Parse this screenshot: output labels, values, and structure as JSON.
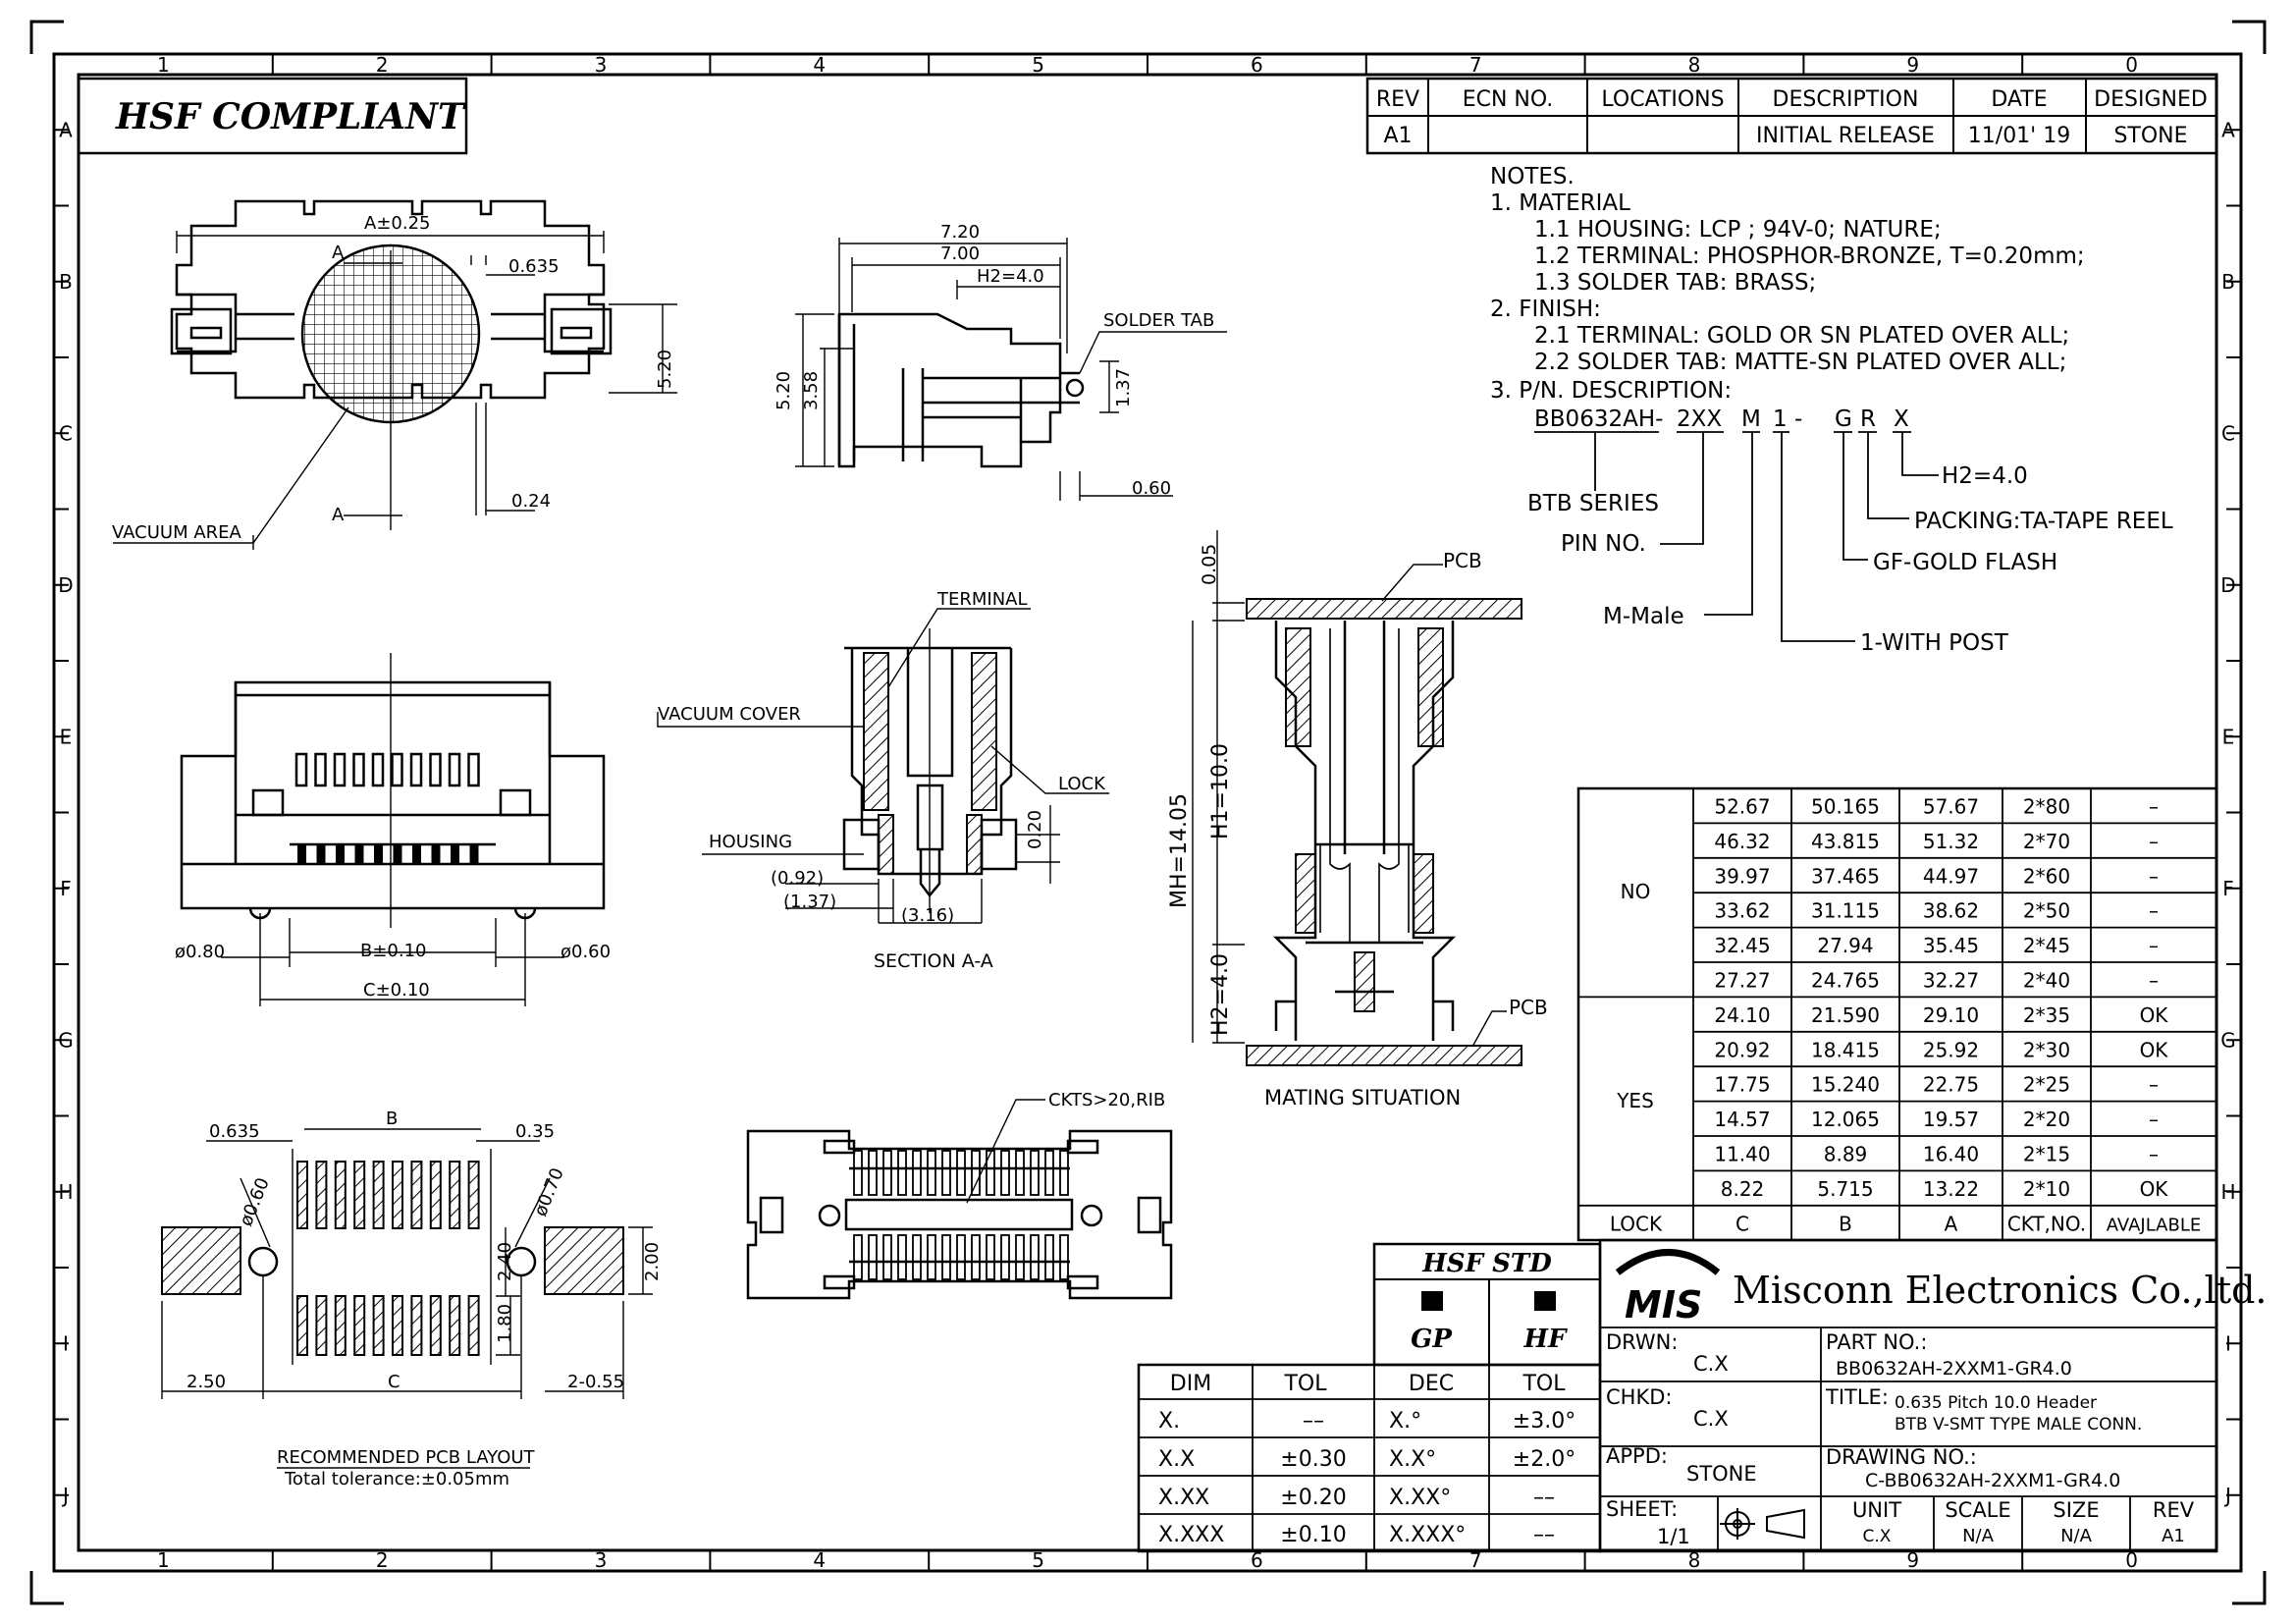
{
  "frame": {
    "top_numbers": [
      "1",
      "2",
      "3",
      "4",
      "5",
      "6",
      "7",
      "8",
      "9",
      "0"
    ],
    "bottom_numbers": [
      "1",
      "2",
      "3",
      "4",
      "5",
      "6",
      "7",
      "8",
      "9",
      "0"
    ],
    "side_letters": [
      "A",
      "B",
      "C",
      "D",
      "E",
      "F",
      "G",
      "H",
      "I",
      "J"
    ]
  },
  "header": {
    "compliance_label": "HSF COMPLIANT"
  },
  "revision_table": {
    "headers": [
      "REV",
      "ECN NO.",
      "LOCATIONS",
      "DESCRIPTION",
      "DATE",
      "DESIGNED"
    ],
    "row": [
      "A1",
      "",
      "",
      "INITIAL RELEASE",
      "11/01' 19",
      "STONE"
    ]
  },
  "notes": {
    "lines": [
      "NOTES.",
      "1.  MATERIAL",
      "1.1 HOUSING: LCP ; 94V-0; NATURE;",
      "1.2 TERMINAL: PHOSPHOR-BRONZE, T=0.20mm;",
      "1.3 SOLDER TAB: BRASS;",
      "2. FINISH:",
      "2.1 TERMINAL: GOLD OR SN PLATED OVER ALL;",
      "2.2 SOLDER TAB: MATTE-SN PLATED OVER ALL;",
      "3. P/N. DESCRIPTION:"
    ],
    "pn": {
      "base": "BB0632AH-",
      "pins": "2XX",
      "m": "M",
      "one": "1 -",
      "g": "G",
      "r": "R",
      "x": "X"
    },
    "pn_labels": {
      "h2": "H2=4.0",
      "packing": "PACKING:TA-TAPE REEL",
      "gf": "GF-GOLD FLASH",
      "with_post": "1-WITH POST",
      "male": "M-Male",
      "pin_no": "PIN NO.",
      "btb": "BTB SERIES"
    }
  },
  "top_view": {
    "dim_a": "A±0.25",
    "label_a_top": "A",
    "label_a_bottom": "A",
    "pitch": "0.635",
    "height": "5.20",
    "d024": "0.24",
    "vacuum_area": "VACUUM AREA"
  },
  "side_view": {
    "w720": "7.20",
    "w700": "7.00",
    "h2": "H2=4.0",
    "solder_tab": "SOLDER TAB",
    "h520": "5.20",
    "h358": "3.58",
    "h137": "1.37",
    "d060": "0.60"
  },
  "front_view": {
    "phi080": "ø0.80",
    "b": "B±0.10",
    "phi060": "ø0.60",
    "c": "C±0.10"
  },
  "section": {
    "terminal": "TERMINAL",
    "vacuum_cover": "VACUUM COVER",
    "lock": "LOCK",
    "housing": "HOUSING",
    "d020": "0.20",
    "d092": "(0.92)",
    "d137": "(1.37)",
    "d316": "(3.16)",
    "title": "SECTION A-A"
  },
  "mating": {
    "d005": "0.05",
    "pcb_top": "PCB",
    "pcb_bottom": "PCB",
    "mh": "MH=14.05",
    "h1": "H1=10.0",
    "h2": "H2=4.0",
    "title": "MATING SITUATION"
  },
  "pcb_layout": {
    "pitch": "0.635",
    "b": "B",
    "d035": "0.35",
    "phi060": "ø0.60",
    "phi070": "ø0.70",
    "d240": "2.40",
    "d200": "2.00",
    "d180": "1.80",
    "d250": "2.50",
    "c": "C",
    "d255": "2-0.55",
    "title": "RECOMMENDED PCB LAYOUT",
    "tolerance": "Total tolerance:±0.05mm"
  },
  "bottom_view": {
    "ckts": "CKTS>20,RIB"
  },
  "dim_table": {
    "rows": [
      [
        "52.67",
        "50.165",
        "57.67",
        "2*80",
        "–"
      ],
      [
        "46.32",
        "43.815",
        "51.32",
        "2*70",
        "–"
      ],
      [
        "39.97",
        "37.465",
        "44.97",
        "2*60",
        "–"
      ],
      [
        "33.62",
        "31.115",
        "38.62",
        "2*50",
        "–"
      ],
      [
        "32.45",
        "27.94",
        "35.45",
        "2*45",
        "–"
      ],
      [
        "27.27",
        "24.765",
        "32.27",
        "2*40",
        "–"
      ],
      [
        "24.10",
        "21.590",
        "29.10",
        "2*35",
        "OK"
      ],
      [
        "20.92",
        "18.415",
        "25.92",
        "2*30",
        "OK"
      ],
      [
        "17.75",
        "15.240",
        "22.75",
        "2*25",
        "–"
      ],
      [
        "14.57",
        "12.065",
        "19.57",
        "2*20",
        "–"
      ],
      [
        "11.40",
        "8.89",
        "16.40",
        "2*15",
        "–"
      ],
      [
        "8.22",
        "5.715",
        "13.22",
        "2*10",
        "OK"
      ]
    ],
    "group_no": "NO",
    "group_yes": "YES",
    "footer": [
      "LOCK",
      "C",
      "B",
      "A",
      "CKT,NO.",
      "AVAJLABLE"
    ]
  },
  "hsf_std": {
    "title": "HSF STD",
    "gp": "GP",
    "hf": "HF"
  },
  "tolerance_table": {
    "headers": [
      "DIM",
      "TOL",
      "DEC",
      "TOL"
    ],
    "rows": [
      [
        "X.",
        "––",
        "X.°",
        "±3.0°"
      ],
      [
        "X.X",
        "±0.30",
        "X.X°",
        "±2.0°"
      ],
      [
        "X.XX",
        "±0.20",
        "X.XX°",
        "––"
      ],
      [
        "X.XXX",
        "±0.10",
        "X.XXX°",
        "––"
      ]
    ]
  },
  "title_block": {
    "logo": "MIS",
    "company": "Misconn Electronics Co.,ltd.",
    "drwn_label": "DRWN:",
    "drwn": "C.X",
    "part_no_label": "PART NO.:",
    "part_no": "BB0632AH-2XXM1-GR4.0",
    "chkd_label": "CHKD:",
    "chkd": "C.X",
    "title_label": "TITLE:",
    "title_line1": "0.635 Pitch 10.0 Header",
    "title_line2": "BTB V-SMT TYPE MALE CONN.",
    "appd_label": "APPD:",
    "appd": "STONE",
    "drawing_no_label": "DRAWING NO.:",
    "drawing_no": "C-BB0632AH-2XXM1-GR4.0",
    "sheet_label": "SHEET:",
    "sheet": "1/1",
    "unit_label": "UNIT",
    "unit": "C.X",
    "scale_label": "SCALE",
    "scale": "N/A",
    "size_label": "SIZE",
    "size": "N/A",
    "rev_label": "REV",
    "rev": "A1"
  }
}
